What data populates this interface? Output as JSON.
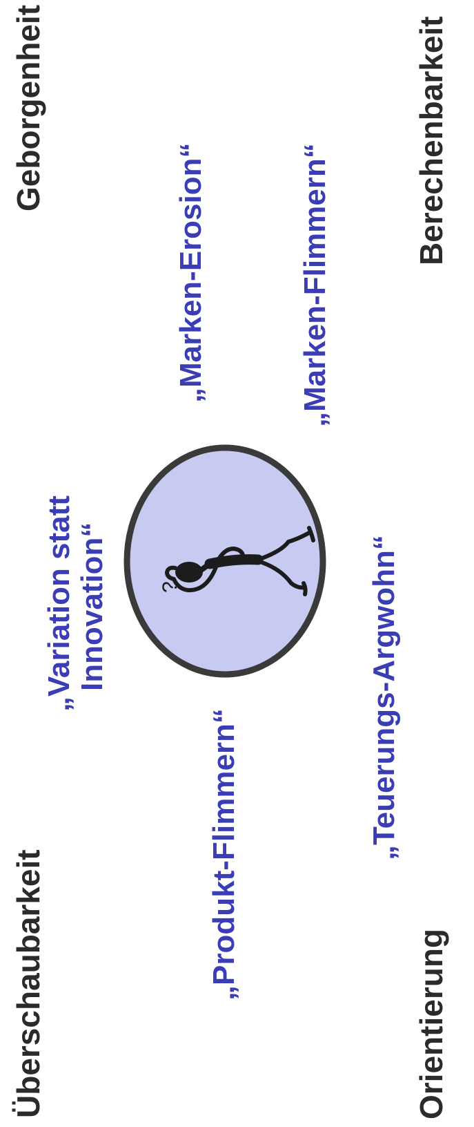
{
  "corners": {
    "top_left": "Überschaubarkeit",
    "bottom_left": "Orientierung",
    "top_right": "Geborgenheit",
    "bottom_right": "Berechenbarkeit"
  },
  "phrases": {
    "variation_line1": "„Variation statt",
    "variation_line2": "Innovation“",
    "produkt_flimmern": "„Produkt-Flimmern“",
    "teuerungs_argwohn": "„Teuerungs-Argwohn“",
    "marken_erosion": "„Marken-Erosion“",
    "marken_flimmern": "„Marken-Flimmern“"
  },
  "figure": {
    "icon": "confused-stick-figure-icon",
    "question_mark": "?",
    "circle_fill": "#c7cbf2",
    "circle_stroke": "#3a3a3a",
    "figure_color": "#1c1c1c"
  },
  "colors": {
    "corner_text": "#2b2b2b",
    "phrase_text": "#3a3db4"
  }
}
